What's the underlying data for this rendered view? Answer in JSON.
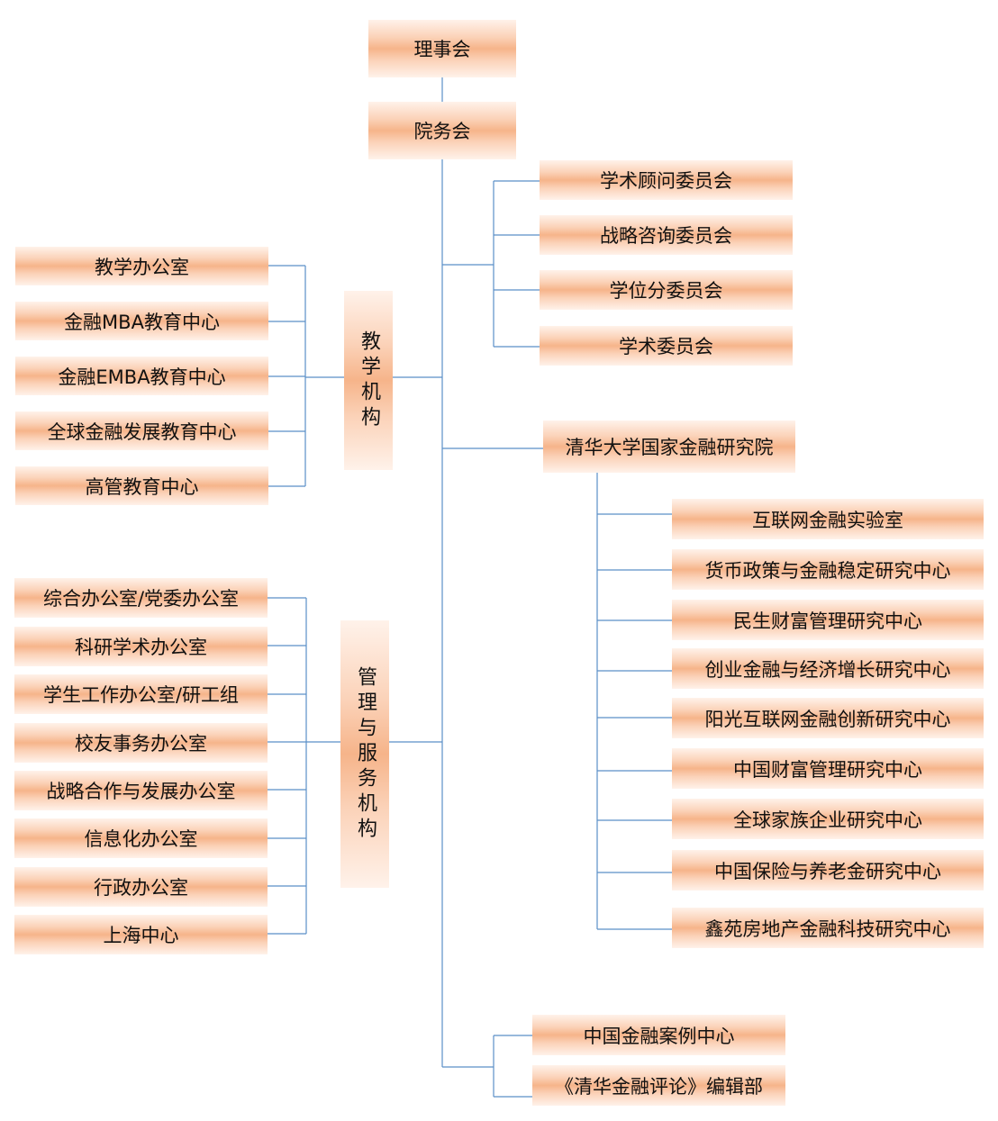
{
  "board": "理事会",
  "council": "院务会",
  "committees": [
    "学术顾问委员会",
    "战略咨询委员会",
    "学位分委员会",
    "学术委员会"
  ],
  "teaching": {
    "title": "教学机构",
    "items": [
      "教学办公室",
      "金融MBA教育中心",
      "金融EMBA教育中心",
      "全球金融发展教育中心",
      "高管教育中心"
    ]
  },
  "management": {
    "title": "管理与服务机构",
    "items": [
      "综合办公室/党委办公室",
      "科研学术办公室",
      "学生工作办公室/研工组",
      "校友事务办公室",
      "战略合作与发展办公室",
      "信息化办公室",
      "行政办公室",
      "上海中心"
    ]
  },
  "institute": {
    "title": "清华大学国家金融研究院",
    "centers": [
      "互联网金融实验室",
      "货币政策与金融稳定研究中心",
      "民生财富管理研究中心",
      "创业金融与经济增长研究中心",
      "阳光互联网金融创新研究中心",
      "中国财富管理研究中心",
      "全球家族企业研究中心",
      "中国保险与养老金研究中心",
      "鑫苑房地产金融科技研究中心"
    ]
  },
  "others": [
    "中国金融案例中心",
    "《清华金融评论》编辑部"
  ]
}
